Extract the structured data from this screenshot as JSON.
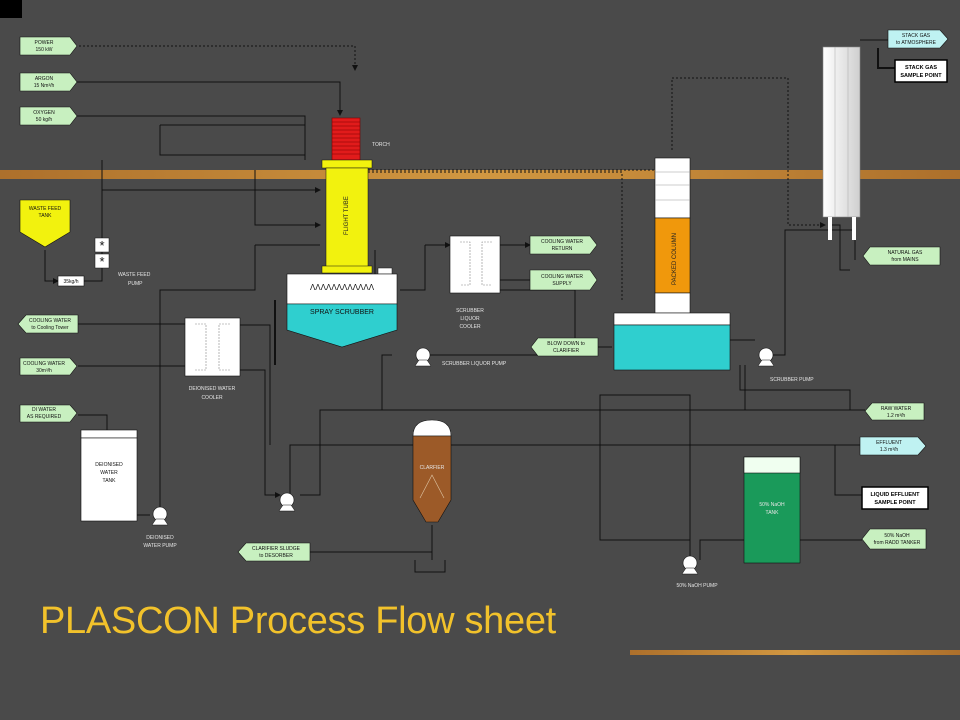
{
  "slide": {
    "title": "PLASCON Process Flow sheet"
  },
  "colors": {
    "background": "#4a4a4a",
    "title": "#f2c22b",
    "input_arrow": "#c8f0c0",
    "output_arrow": "#bff2f2",
    "torch": "#e11b1b",
    "flight_tube": "#f2f20e",
    "waste_feed_tank": "#f2f20e",
    "packed_column": "#f0980c",
    "scrubber_cyan": "#2fcfcf",
    "clarifier": "#9c5a28",
    "naoh_tank": "#1a9a5a",
    "band": "#c07a2a"
  },
  "inputs": {
    "power": [
      "POWER",
      "150 kW"
    ],
    "argon": [
      "ARGON",
      "15 Nm³/h"
    ],
    "oxygen": [
      "OXYGEN",
      "50 kg/h"
    ],
    "cooling_water_in": [
      "COOLING WATER",
      "30m³/h"
    ],
    "di_water": [
      "DI WATER",
      "AS REQUIRED"
    ],
    "cw_supply": [
      "COOLING WATER",
      "SUPPLY"
    ],
    "natural_gas": [
      "NATURAL GAS",
      "from MAINS"
    ],
    "raw_water": [
      "RAW WATER",
      "1.2 m³/h"
    ],
    "naoh_supply": [
      "50% NaOH",
      "from RADD TANKER"
    ]
  },
  "outputs": {
    "cooling_water_out": [
      "COOLING WATER",
      "to Cooling Tower"
    ],
    "cw_return": [
      "COOLING WATER",
      "RETURN"
    ],
    "blow_down": [
      "BLOW DOWN to",
      "CLARIFIER"
    ],
    "effluent": [
      "EFFLUENT",
      "1.3 m³/h"
    ],
    "clarifier_sludge": [
      "CLARIFIER SLUDGE",
      "to DESORBER"
    ],
    "stack_gas": [
      "STACK GAS",
      "to ATMOSPHERE"
    ]
  },
  "sample_points": {
    "stack": [
      "STACK GAS",
      "SAMPLE POINT"
    ],
    "effluent": [
      "LIQUID EFFLUENT",
      "SAMPLE POINT"
    ]
  },
  "equipment": {
    "torch": "TORCH",
    "flight_tube": "FLIGHT TUBE",
    "waste_feed_tank": [
      "WASTE FEED",
      "TANK"
    ],
    "waste_rate": "35kg/h",
    "waste_feed_pump": [
      "WASTE FEED",
      "PUMP"
    ],
    "spray_scrubber": "SPRAY SCRUBBER",
    "scrubber_liquor_cooler": [
      "SCRUBBER",
      "LIQUOR",
      "COOLER"
    ],
    "scrubber_liquor_pump": "SCRUBBER LIQUOR PUMP",
    "packed_column": "PACKED COLUMN",
    "scrubber_pump": "SCRUBBER PUMP",
    "deionised_water_cooler": [
      "DEIONISED WATER",
      "COOLER"
    ],
    "deionised_water_tank": [
      "DEIONISED",
      "WATER",
      "TANK"
    ],
    "deionised_water_pump": [
      "DEIONISED",
      "WATER PUMP"
    ],
    "clarifier": "CLARFIER",
    "naoh_tank": [
      "50% NaOH",
      "TANK"
    ],
    "naoh_pump": "50% NaOH PUMP",
    "spray_marks": "ΛΛΛΛΛΛΛΛΛΛΛΛ"
  }
}
